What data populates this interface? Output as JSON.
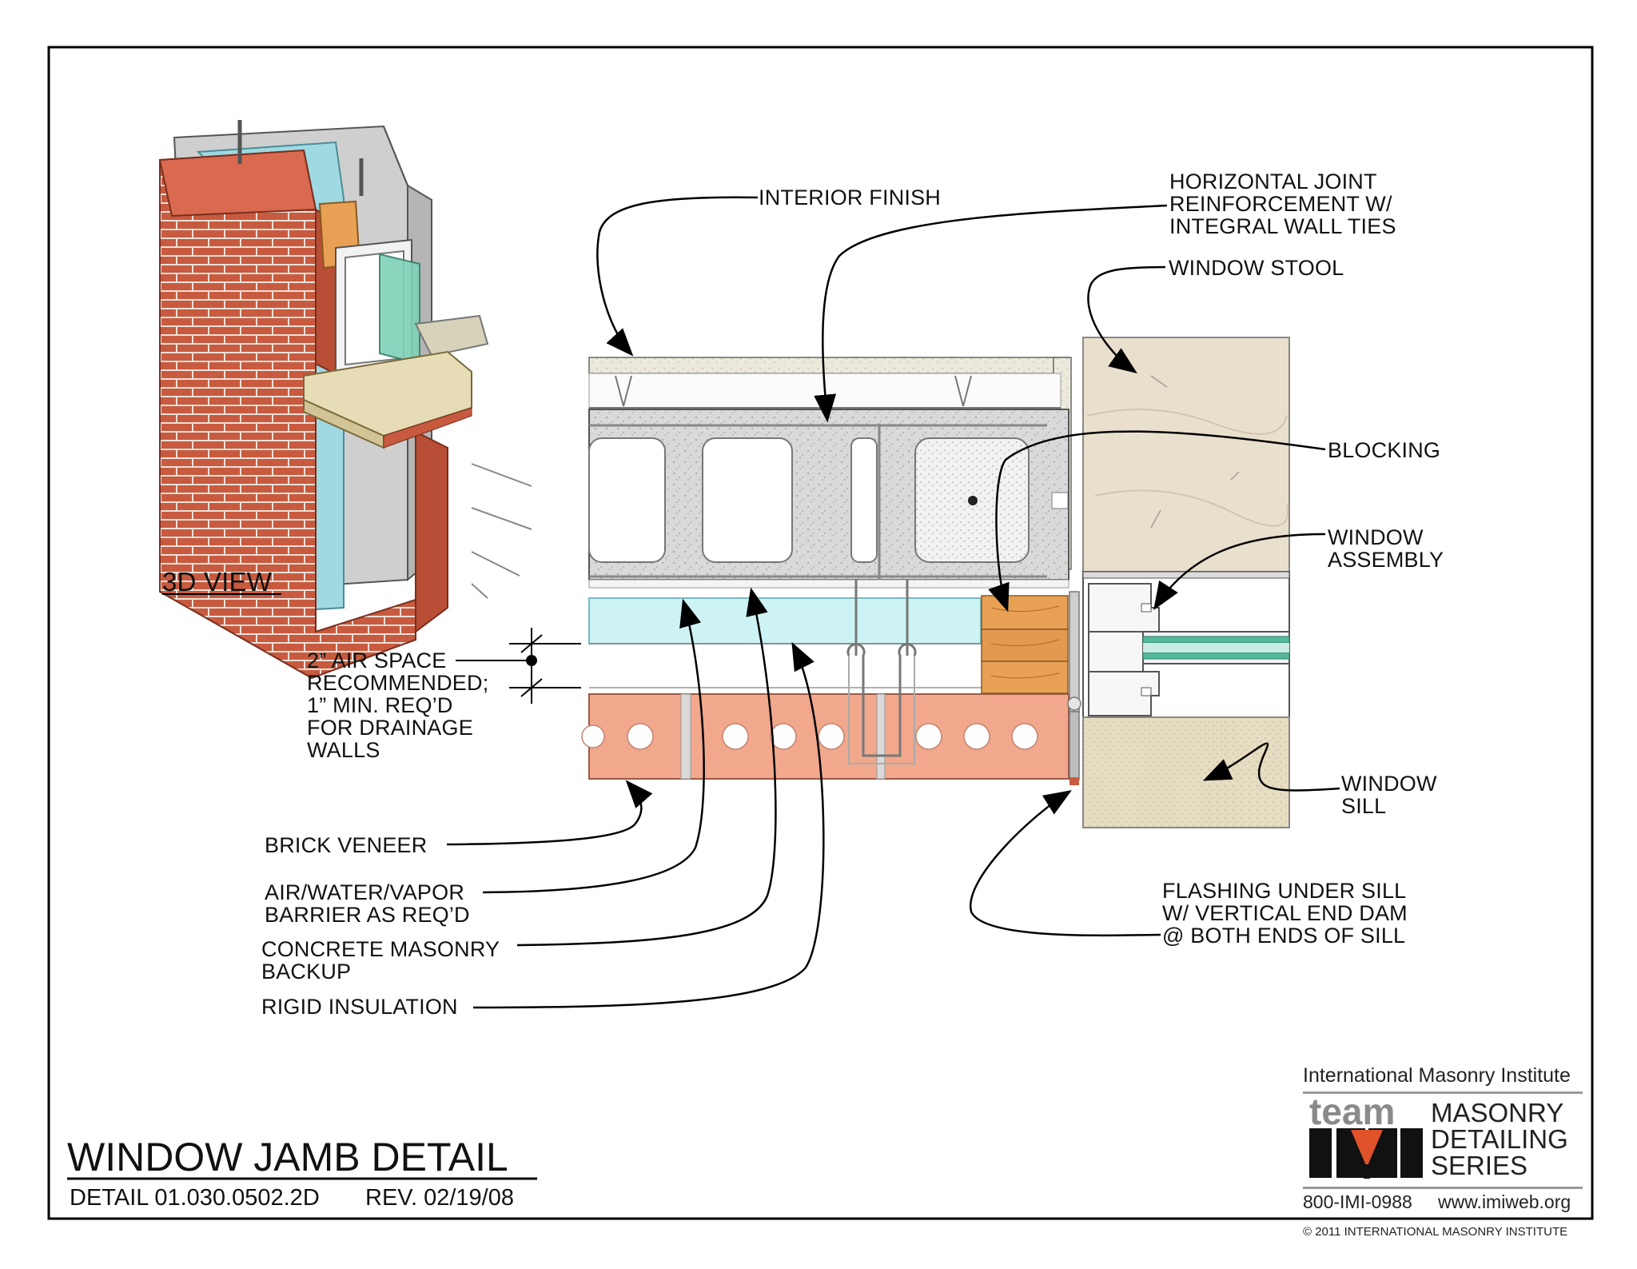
{
  "title": {
    "main": "WINDOW JAMB DETAIL",
    "detail_number": "DETAIL 01.030.0502.2D",
    "revision": "REV. 02/19/08"
  },
  "view_label": "3D VIEW",
  "labels": {
    "interior_finish": "INTERIOR FINISH",
    "joint_reinforcement": "HORIZONTAL JOINT\nREINFORCEMENT W/\nINTEGRAL WALL TIES",
    "window_stool": "WINDOW STOOL",
    "blocking": "BLOCKING",
    "window_assembly": "WINDOW\nASSEMBLY",
    "window_sill": "WINDOW\nSILL",
    "flashing": "FLASHING UNDER SILL\nW/ VERTICAL END DAM\n@ BOTH ENDS OF SILL",
    "air_space": "2” AIR SPACE\nRECOMMENDED;\n1” MIN. REQ’D\nFOR DRAINAGE\nWALLS",
    "brick_veneer": "BRICK VENEER",
    "air_barrier": "AIR/WATER/VAPOR\nBARRIER AS REQ’D",
    "cmu_backup": "CONCRETE MASONRY\nBACKUP",
    "rigid_insulation": "RIGID INSULATION"
  },
  "logo": {
    "org": "International Masonry Institute",
    "team": "team",
    "series": "MASONRY\nDETAILING\nSERIES",
    "phone": "800-IMI-0988",
    "web": "www.imiweb.org",
    "copyright": "© 2011 INTERNATIONAL MASONRY INSTITUTE"
  },
  "colors": {
    "brick": "#f2a88c",
    "brick_3d": "#c85a3f",
    "concrete": "#d9d9d9",
    "insulation": "#cdf3f5",
    "wood": "#e8a055",
    "stone": "#e9dfcd",
    "sill": "#e3d7bc",
    "glass": "#53b99a"
  }
}
